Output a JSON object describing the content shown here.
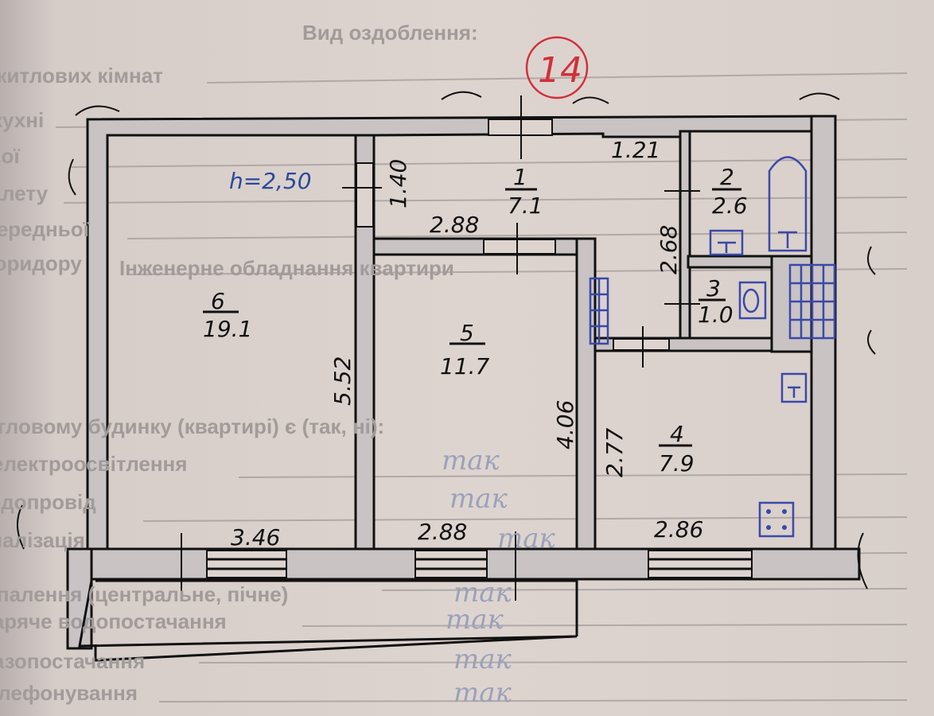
{
  "form": {
    "heading_finish": "Вид оздоблення:",
    "finish_rows": [
      "житлових кімнат",
      "кухні",
      "ванної",
      "туалету",
      "передньої",
      "коридору"
    ],
    "heading_equipment": "Інженерне обладнання квартири",
    "equipment_intro": "житловому будинку (квартирі) є (так, ні):",
    "equipment_rows": [
      {
        "label": "електроосвітлення",
        "value": "так"
      },
      {
        "label": "водопровід",
        "value": "так"
      },
      {
        "label": "каналізація",
        "value": "так"
      },
      {
        "label": "опалення (центральне, пічне)",
        "value": "так"
      },
      {
        "label": "гаряче водопостачання",
        "value": "так"
      },
      {
        "label": "газопостачання",
        "value": "так"
      },
      {
        "label": "телефонування",
        "value": "так"
      }
    ]
  },
  "stamp": {
    "number": "14",
    "color": "#d0303a"
  },
  "plan": {
    "ceiling_height": "h=2,50",
    "rooms": [
      {
        "number": "1",
        "area": "7.1"
      },
      {
        "number": "2",
        "area": "2.6"
      },
      {
        "number": "3",
        "area": "1.0"
      },
      {
        "number": "4",
        "area": "7.9"
      },
      {
        "number": "5",
        "area": "11.7"
      },
      {
        "number": "6",
        "area": "19.1"
      }
    ],
    "dimensions": {
      "d_1_21": "1.21",
      "d_1_40": "1.40",
      "d_2_88_top": "2.88",
      "d_2_68": "2.68",
      "d_5_52": "5.52",
      "d_4_06": "4.06",
      "d_2_77": "2.77",
      "d_3_46": "3.46",
      "d_2_88_bottom": "2.88",
      "d_2_86": "2.86"
    },
    "fixtures": [
      "bathtub-icon",
      "sink-icon",
      "toilet-icon",
      "stove-icon",
      "kitchen-sink-icon",
      "ventilation-shaft-icon",
      "stairs-icon"
    ],
    "ink_color": "#111111",
    "blue_ink": "#3a49a8"
  }
}
